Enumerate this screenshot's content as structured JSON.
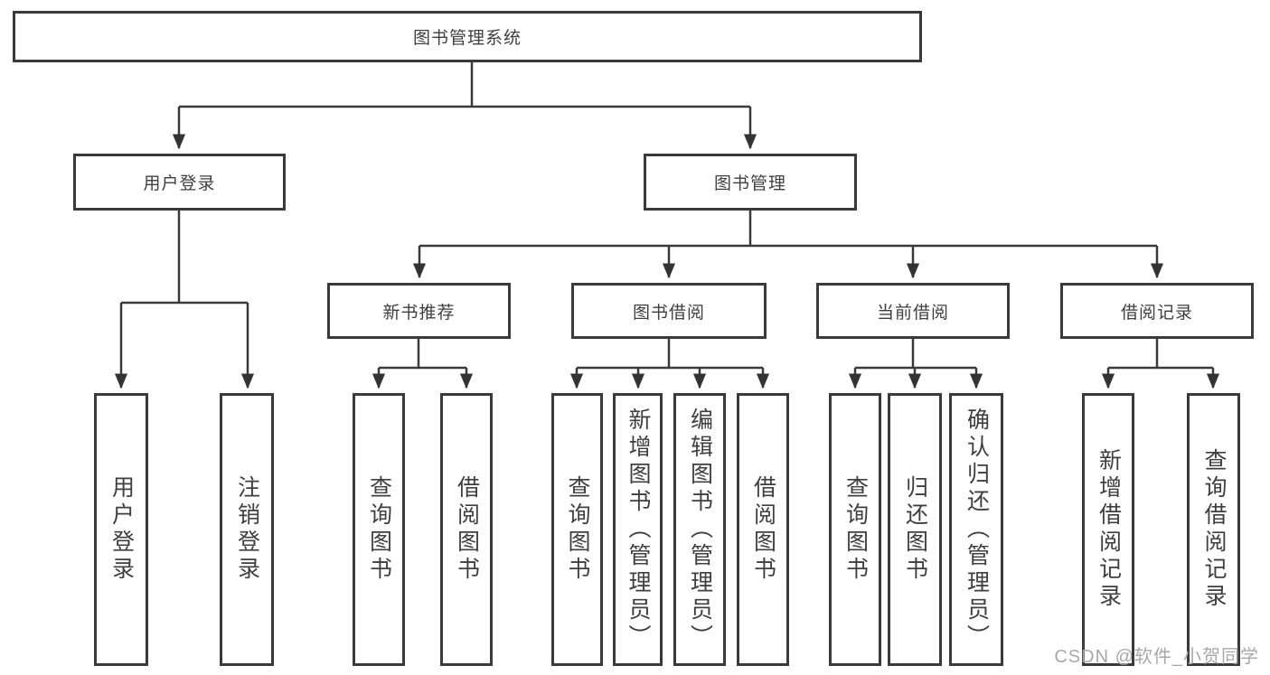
{
  "diagram": {
    "colors": {
      "line": "#3a3a3a",
      "border": "#3a3a3a",
      "text": "#3f3f3f",
      "watermark": "#a8a8a8",
      "background": "#ffffff"
    },
    "tree": {
      "label": "图书管理系统",
      "children": [
        {
          "label": "用户登录",
          "children": [
            {
              "label": "用户登录"
            },
            {
              "label": "注销登录"
            }
          ]
        },
        {
          "label": "图书管理",
          "children": [
            {
              "label": "新书推荐",
              "children": [
                {
                  "label": "查询图书"
                },
                {
                  "label": "借阅图书"
                }
              ]
            },
            {
              "label": "图书借阅",
              "children": [
                {
                  "label": "查询图书"
                },
                {
                  "label": "新增图书（管理员）"
                },
                {
                  "label": "编辑图书（管理员）"
                },
                {
                  "label": "借阅图书"
                }
              ]
            },
            {
              "label": "当前借阅",
              "children": [
                {
                  "label": "查询图书"
                },
                {
                  "label": "归还图书"
                },
                {
                  "label": "确认归还（管理员）"
                }
              ]
            },
            {
              "label": "借阅记录",
              "children": [
                {
                  "label": "新增借阅记录"
                },
                {
                  "label": "查询借阅记录"
                }
              ]
            }
          ]
        }
      ]
    },
    "watermark": "CSDN @软件_小贺同学"
  }
}
